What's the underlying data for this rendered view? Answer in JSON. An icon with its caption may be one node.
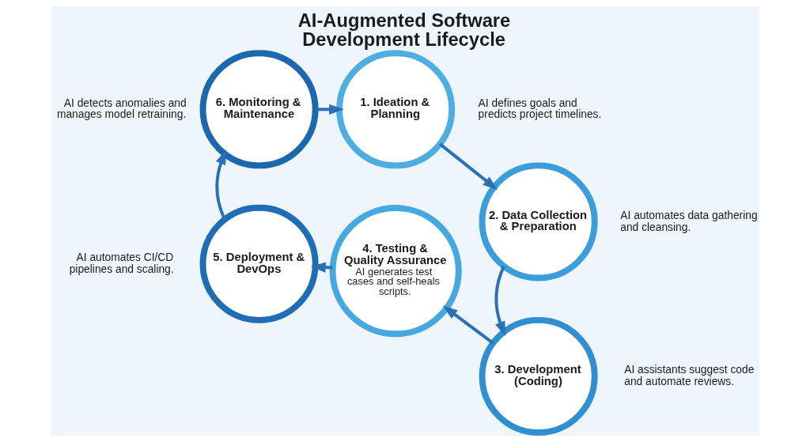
{
  "diagram": {
    "title": "AI-Augmented Software Development Lifecycle",
    "nodes": [
      {
        "text": [
          "1. Ideation & Planning"
        ],
        "beside": [
          "AI defines goals and predicts project timelines."
        ]
      },
      {
        "text": [
          "2. Data Collection & Preparation"
        ],
        "beside": [
          "AI automates data gathering and cleansing."
        ]
      },
      {
        "text": [
          "3. Development (Coding)"
        ],
        "beside": [
          "AI assistants suggest code and automate reviews."
        ]
      },
      {
        "text": [
          "4. Testing & Quality Assurance",
          "AI generates test cases and self-heals scripts."
        ]
      },
      {
        "text": [
          "5. Deployment & DevOps"
        ],
        "beside": [
          "AI automates CI/CD pipelines and scaling."
        ]
      },
      {
        "text": [
          "6. Monitoring & Maintenance"
        ],
        "beside": [
          "AI detects anomalies and manages model retraining."
        ]
      }
    ],
    "edges": [
      {
        "from": 0,
        "to": 1,
        "arrow": "to"
      },
      {
        "from": 1,
        "to": 2,
        "arrow": "to"
      },
      {
        "from": 2,
        "to": 3,
        "arrow": "to"
      },
      {
        "from": 3,
        "to": 4,
        "arrow": "to"
      },
      {
        "from": 4,
        "to": 5,
        "arrow": "to"
      },
      {
        "from": 5,
        "to": 0,
        "arrow": "to"
      }
    ]
  }
}
